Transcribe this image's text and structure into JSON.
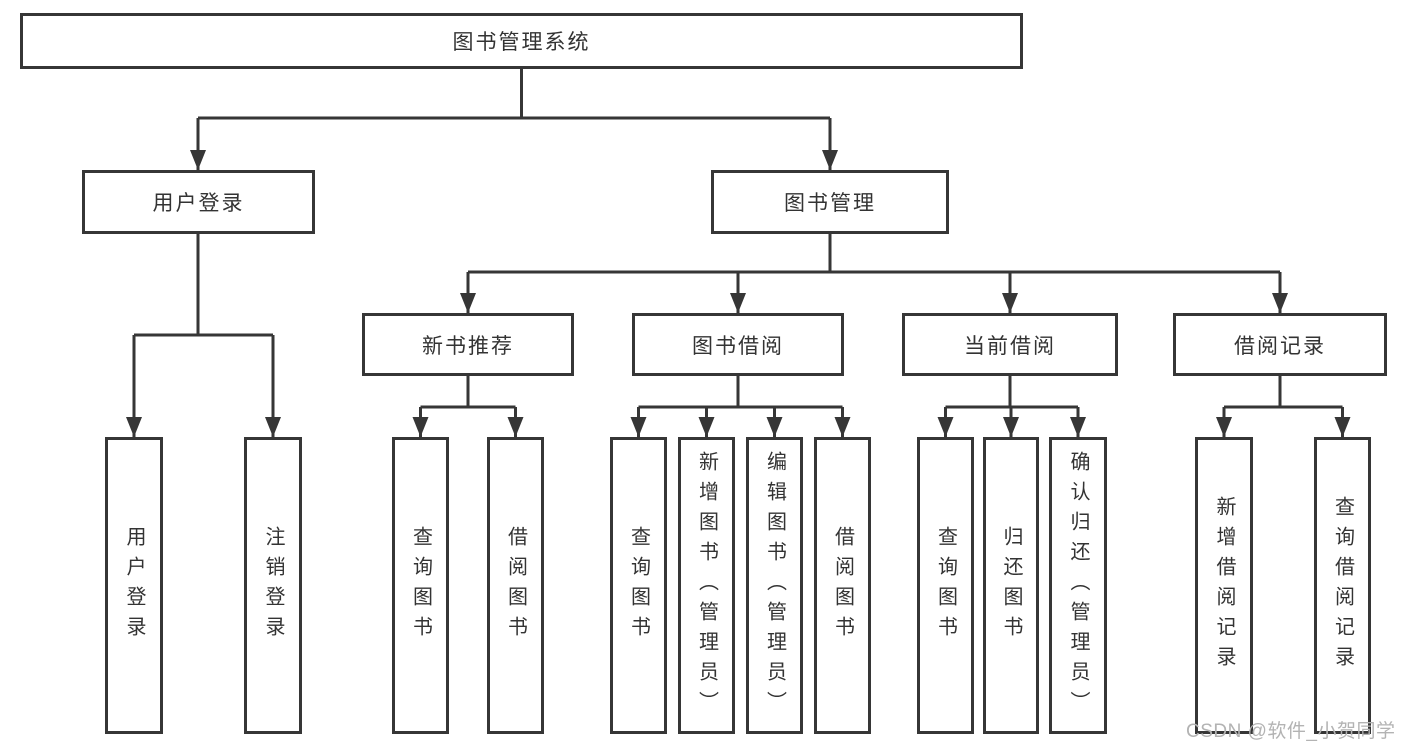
{
  "diagram_type": "hierarchy-tree",
  "colors": {
    "line": "#363636",
    "box_border": "#363636",
    "box_fill": "#ffffff",
    "text": "#333333",
    "background": "#ffffff",
    "watermark": "#b3b3b3"
  },
  "tree": {
    "label": "图书管理系统",
    "children": [
      {
        "label": "用户登录",
        "children": [
          {
            "label": "用户登录"
          },
          {
            "label": "注销登录"
          }
        ]
      },
      {
        "label": "图书管理",
        "children": [
          {
            "label": "新书推荐",
            "children": [
              {
                "label": "查询图书"
              },
              {
                "label": "借阅图书"
              }
            ]
          },
          {
            "label": "图书借阅",
            "children": [
              {
                "label": "查询图书"
              },
              {
                "label": "新增图书（管理员）"
              },
              {
                "label": "编辑图书（管理员）"
              },
              {
                "label": "借阅图书"
              }
            ]
          },
          {
            "label": "当前借阅",
            "children": [
              {
                "label": "查询图书"
              },
              {
                "label": "归还图书"
              },
              {
                "label": "确认归还（管理员）"
              }
            ]
          },
          {
            "label": "借阅记录",
            "children": [
              {
                "label": "新增借阅记录"
              },
              {
                "label": "查询借阅记录"
              }
            ]
          }
        ]
      }
    ]
  },
  "watermark": {
    "text": "CSDN @软件_小贺同学"
  }
}
